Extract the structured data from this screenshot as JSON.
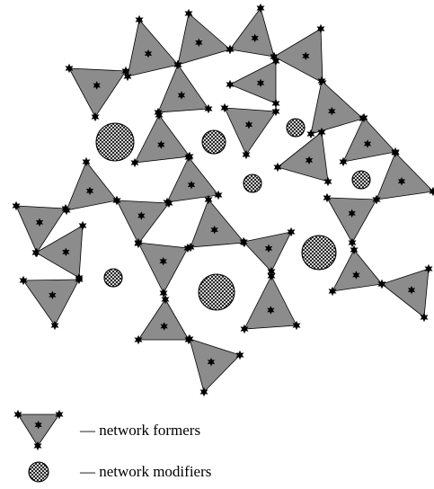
{
  "legend": {
    "formers_label": "— network formers",
    "modifiers_label": "— network modifiers"
  },
  "colors": {
    "triangle_fill": "#8c8c8c",
    "triangle_stroke": "#000000",
    "atom": "#000000",
    "modifier_fill": "#ffffff",
    "modifier_hatch": "#000000"
  },
  "icons": {
    "former": "triangle-with-star-atoms",
    "modifier": "cross-hatched-circle"
  }
}
